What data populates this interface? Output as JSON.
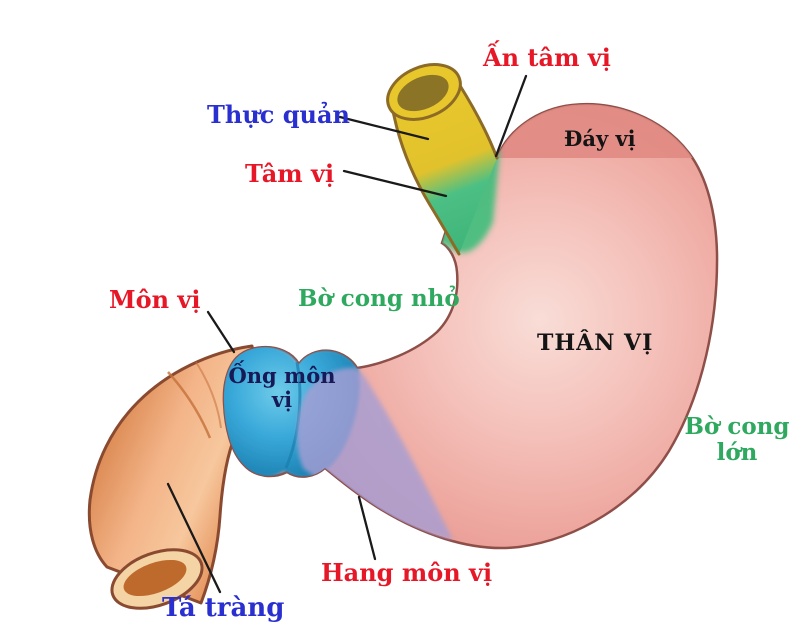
{
  "diagram": {
    "description": "Anatomical diagram of the human stomach with Vietnamese labels",
    "labels": {
      "an_tam_vi": {
        "text": "Ấn tâm vị",
        "color": "#e61828"
      },
      "thuc_quan": {
        "text": "Thực quản",
        "color": "#2a2fd0"
      },
      "tam_vi": {
        "text": "Tâm vị",
        "color": "#e61828"
      },
      "day_vi": {
        "text": "Đáy vị",
        "color": "#141414"
      },
      "mon_vi": {
        "text": "Môn vị",
        "color": "#e61828"
      },
      "bo_cong_nho": {
        "text": "Bờ cong nhỏ",
        "color": "#2fa95f"
      },
      "than_vi": {
        "text": "THÂN VỊ",
        "color": "#141414"
      },
      "ong_mon_vi": {
        "line1": "Ống môn",
        "line2": "vị",
        "color": "#171a56"
      },
      "bo_cong_lon": {
        "line1": "Bờ cong",
        "line2": "lớn",
        "color": "#2fa95f"
      },
      "hang_mon_vi": {
        "text": "Hang môn vị",
        "color": "#e61828"
      },
      "ta_trang": {
        "text": "Tá tràng",
        "color": "#2a2fd0"
      }
    },
    "region_colors": {
      "esophagus_yellow": "#e8c72d",
      "esophagus_lumen": "#8b7425",
      "cardia_green": "#46bd7e",
      "fundus_dark_pink": "#e08a83",
      "body_pink": "#f3bdb6",
      "pyloric_canal_blue": "#2e9fd4",
      "antrum_purple": "#a79ed3",
      "duodenum_orange": "#eda26c",
      "duodenum_lumen": "#bf6a2d",
      "outline_brown": "#8e4f49",
      "leader_line": "#1a1a1a",
      "background": "#ffffff"
    }
  }
}
